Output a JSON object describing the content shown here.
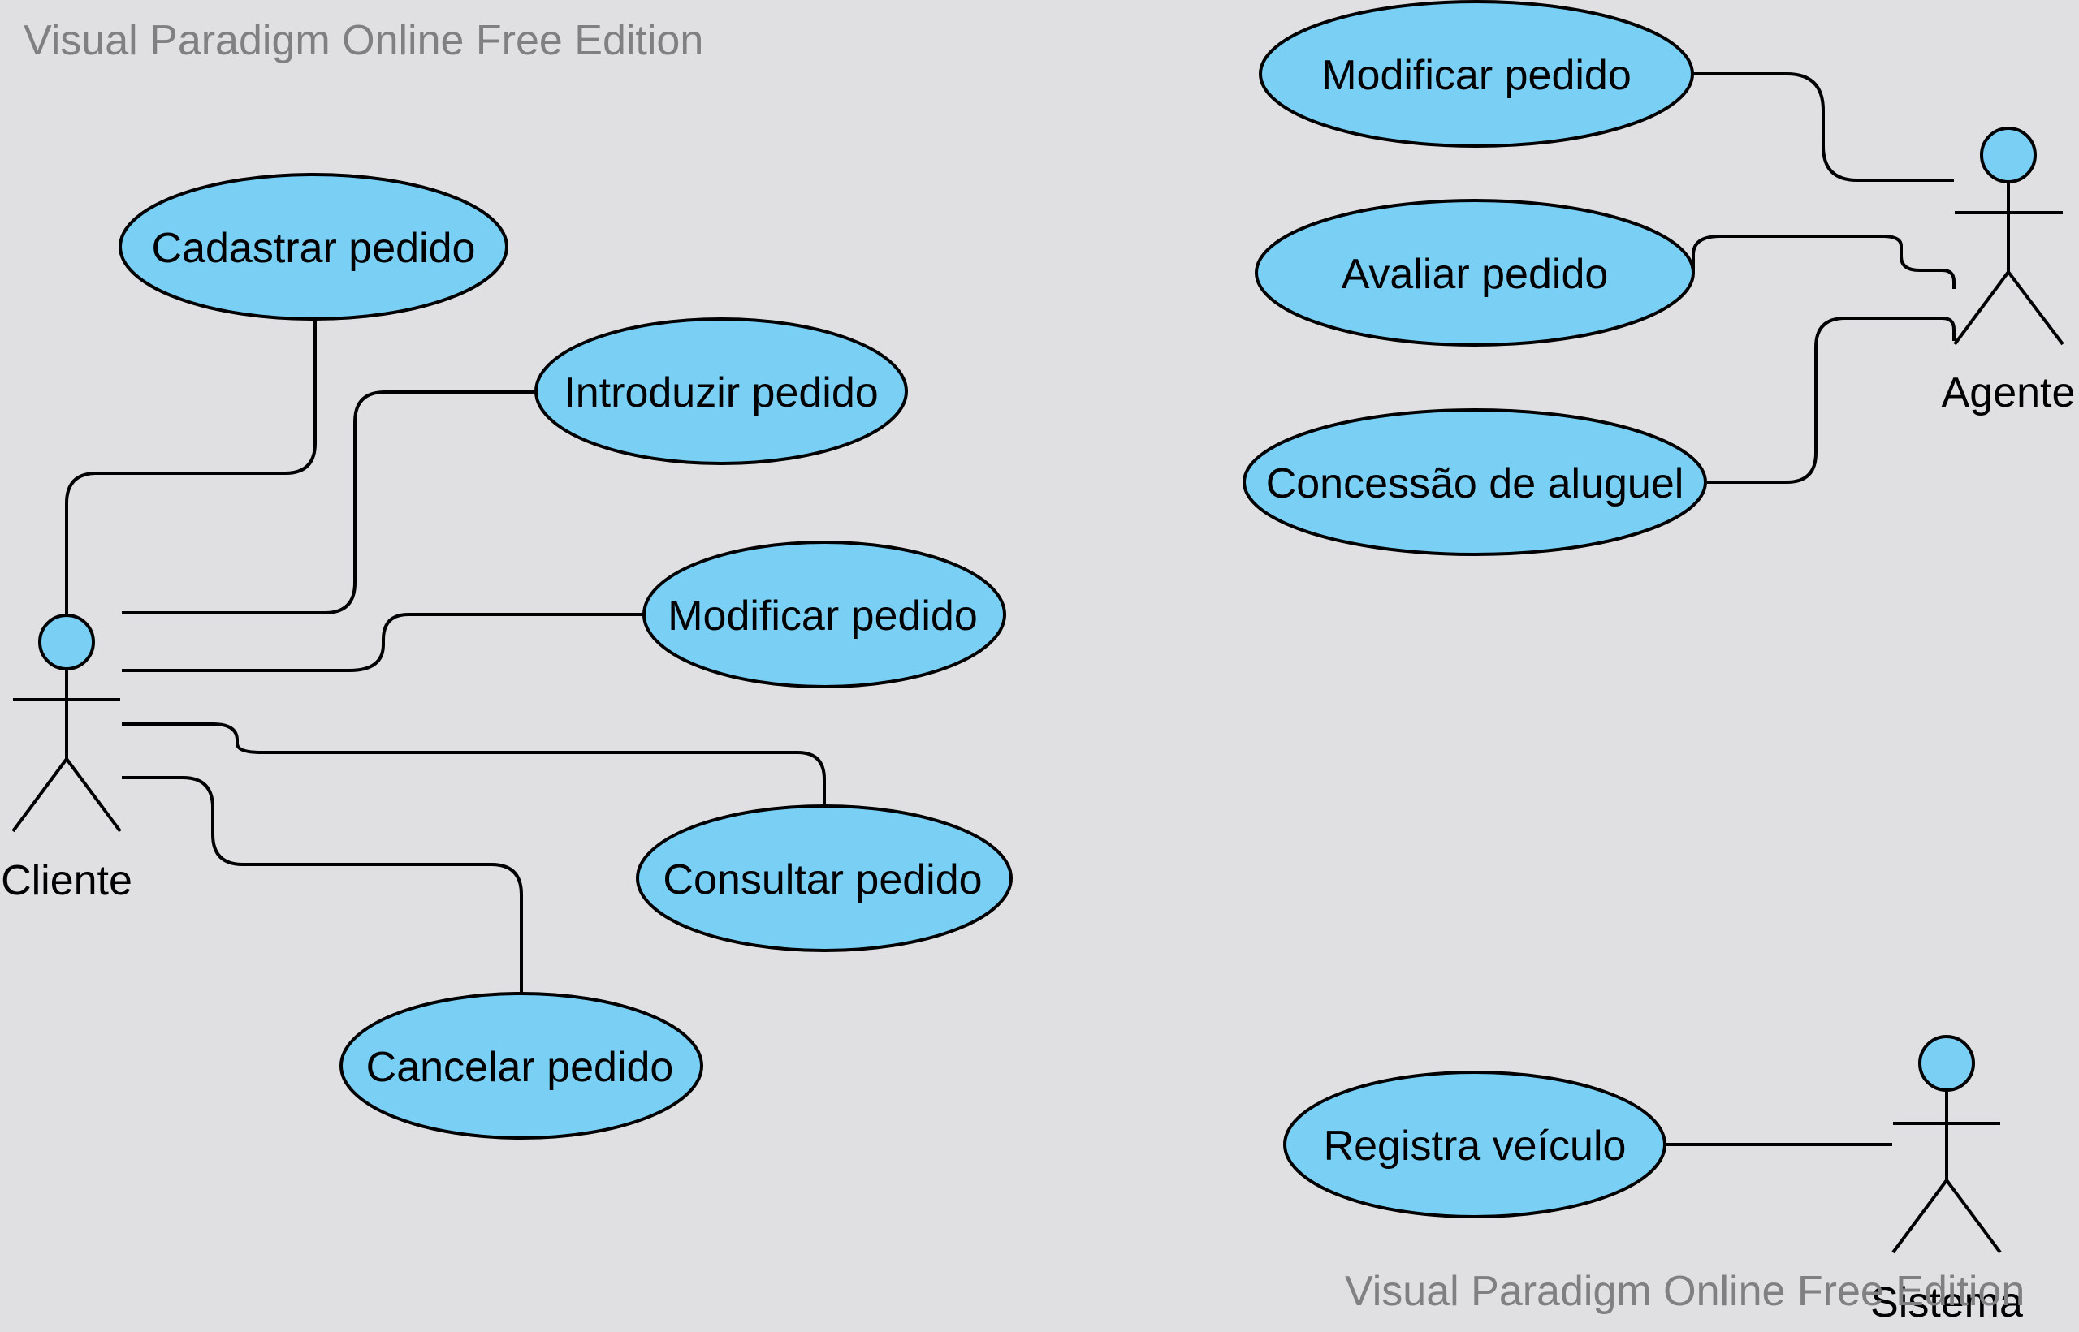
{
  "watermarks": {
    "top": "Visual Paradigm Online Free Edition",
    "bottom": "Visual Paradigm Online Free Edition"
  },
  "actors": {
    "cliente": "Cliente",
    "agente": "Agente",
    "sistema": "Sistema"
  },
  "use_cases": {
    "cadastrar_pedido": "Cadastrar pedido",
    "introduzir_pedido": "Introduzir pedido",
    "modificar_pedido_cliente": "Modificar pedido",
    "consultar_pedido": "Consultar pedido",
    "cancelar_pedido": "Cancelar pedido",
    "modificar_pedido_agente": "Modificar pedido",
    "avaliar_pedido": "Avaliar pedido",
    "concessao_aluguel": "Concessão de aluguel",
    "registra_veiculo": "Registra veículo"
  },
  "colors": {
    "background": "#e0dfe1",
    "use_case_fill": "#7acff5",
    "stroke": "#000000",
    "watermark": "#808083"
  }
}
